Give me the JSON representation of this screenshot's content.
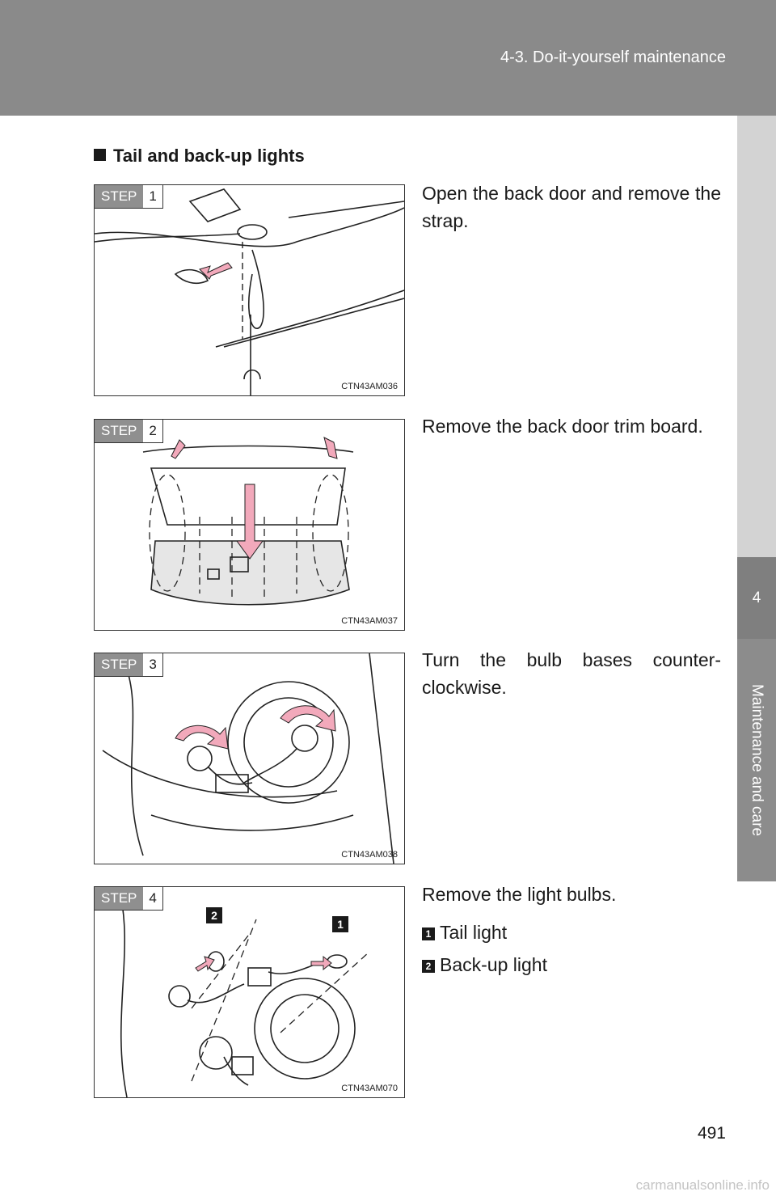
{
  "header": {
    "section": "4-3. Do-it-yourself maintenance"
  },
  "tab": {
    "chapter_number": "4",
    "chapter_title": "Maintenance and care"
  },
  "heading": "Tail and back-up lights",
  "steps": [
    {
      "word": "STEP",
      "number": "1",
      "code": "CTN43AM036",
      "text": "Open the back door and remove the strap."
    },
    {
      "word": "STEP",
      "number": "2",
      "code": "CTN43AM037",
      "text": "Remove the back door trim board."
    },
    {
      "word": "STEP",
      "number": "3",
      "code": "CTN43AM038",
      "text": "Turn the bulb bases counter-clockwise."
    },
    {
      "word": "STEP",
      "number": "4",
      "code": "CTN43AM070",
      "text": "Remove the light bulbs."
    }
  ],
  "legend": [
    {
      "key": "1",
      "label": "Tail light"
    },
    {
      "key": "2",
      "label": "Back-up light"
    }
  ],
  "page_number": "491",
  "watermark": "carmanualsonline.info",
  "colors": {
    "header": "#8a8a8a",
    "tab_light": "#d3d3d3",
    "tab_dark": "#7f7f7f",
    "arrow": "#f2a9bb"
  }
}
